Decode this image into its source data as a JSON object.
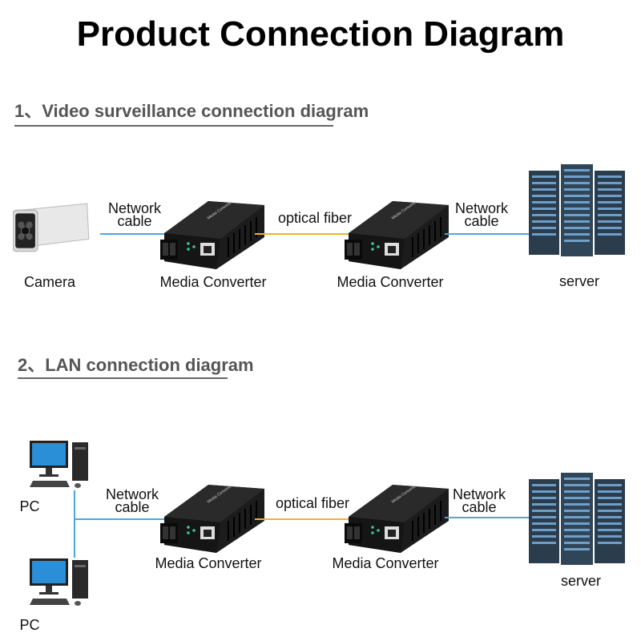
{
  "title": "Product Connection Diagram",
  "colors": {
    "network_cable": "#4aa8e0",
    "optical_fiber": "#f0b428",
    "heading": "#555555"
  },
  "section1": {
    "heading": "1、Video surveillance connection diagram",
    "camera_label": "Camera",
    "cable_left": [
      "Network",
      "cable"
    ],
    "converter1_label": "Media Converter",
    "fiber_label": "optical fiber",
    "converter2_label": "Media Converter",
    "cable_right": [
      "Network",
      "cable"
    ],
    "server_label": "server"
  },
  "section2": {
    "heading": "2、LAN connection diagram",
    "pc1_label": "PC",
    "pc2_label": "PC",
    "cable_left": [
      "Network",
      "cable"
    ],
    "converter1_label": "Media Converter",
    "fiber_label": "optical fiber",
    "converter2_label": "Media Converter",
    "cable_right": [
      "Network",
      "cable"
    ],
    "server_label": "server"
  }
}
